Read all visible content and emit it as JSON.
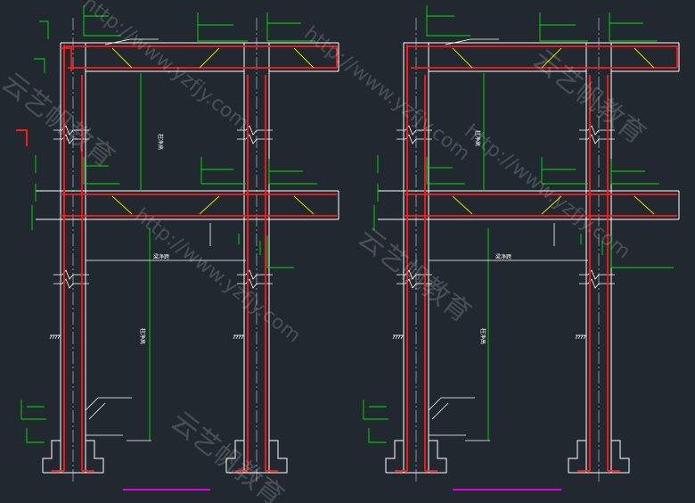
{
  "drawing": {
    "colors": {
      "background": "#212830",
      "rebar": "#ff1a1a",
      "structure": "#ffffff",
      "dimension": "#00e000",
      "hatch": "#e8e800",
      "axis": "#d8d8d8",
      "magenta": "#e000e0"
    },
    "frames": [
      {
        "labels": {
          "upper_column_height": "柱净高",
          "span_clear": "梁净跨",
          "lower_column_height": "柱净高"
        }
      },
      {
        "labels": {
          "upper_column_height": "柱净高",
          "span_clear": "梁净跨",
          "lower_column_height": "柱净高"
        }
      }
    ],
    "watermarks": [
      {
        "text": "http://www.yzfjy.com"
      },
      {
        "text": "云艺帆教育"
      },
      {
        "text": "http://www.yzfjy.com"
      },
      {
        "text": "云艺帆教育"
      },
      {
        "text": "http://www.yzfjy.com"
      },
      {
        "text": "云艺帆教育"
      },
      {
        "text": "http://www.yzfjy.com"
      },
      {
        "text": "云艺帆教育"
      }
    ]
  }
}
